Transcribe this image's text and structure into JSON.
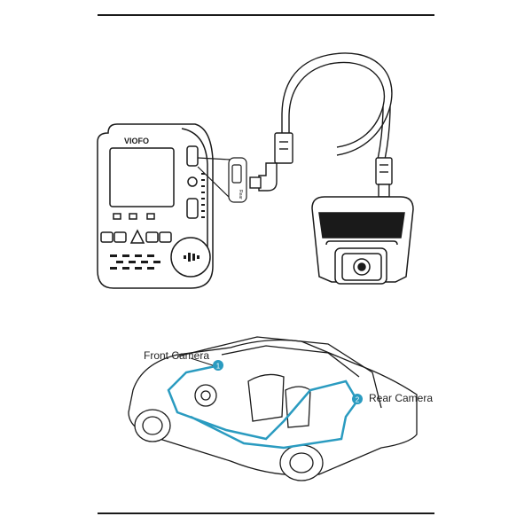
{
  "device": {
    "brand": "VIOFO",
    "port_label": "Rear"
  },
  "vehicle": {
    "front_label": "Front Camera",
    "front_marker": "1",
    "rear_label": "Rear Camera",
    "rear_marker": "2"
  },
  "colors": {
    "line": "#1a1a1a",
    "cable_route": "#2a9bc0",
    "marker": "#2a9bc0"
  }
}
